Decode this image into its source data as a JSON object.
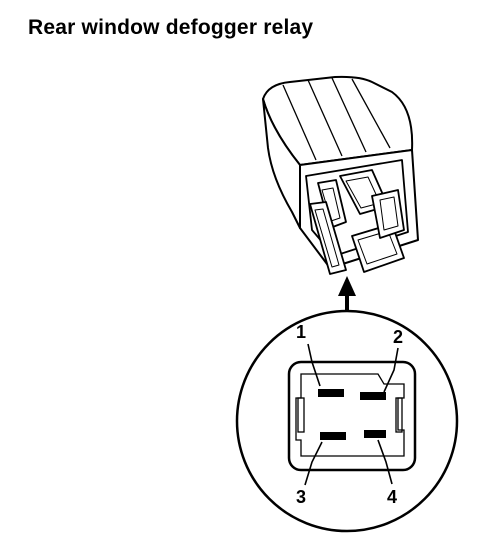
{
  "title": "Rear window defogger relay",
  "terminals": [
    {
      "label": "1"
    },
    {
      "label": "2"
    },
    {
      "label": "3"
    },
    {
      "label": "4"
    }
  ]
}
